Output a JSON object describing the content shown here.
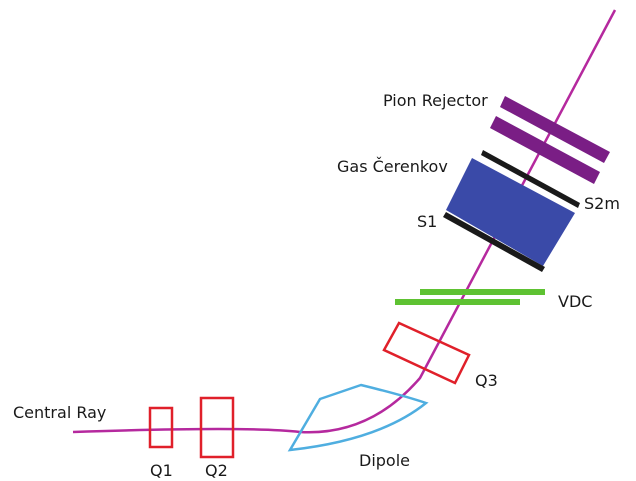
{
  "labels": {
    "pion_rejector": "Pion Rejector",
    "gas_cerenkov": "Gas Čerenkov",
    "s1": "S1",
    "s2m": "S2m",
    "vdc": "VDC",
    "q3": "Q3",
    "central_ray": "Central Ray",
    "q1": "Q1",
    "q2": "Q2",
    "dipole": "Dipole"
  },
  "colors": {
    "central_ray": "#b5299e",
    "pion_rejector": "#7a1e85",
    "gas_cerenkov": "#3a4aa8",
    "scintillator": "#1a1a1a",
    "vdc": "#5ec232",
    "quadrupole": "#e0202a",
    "dipole": "#4faee0"
  }
}
